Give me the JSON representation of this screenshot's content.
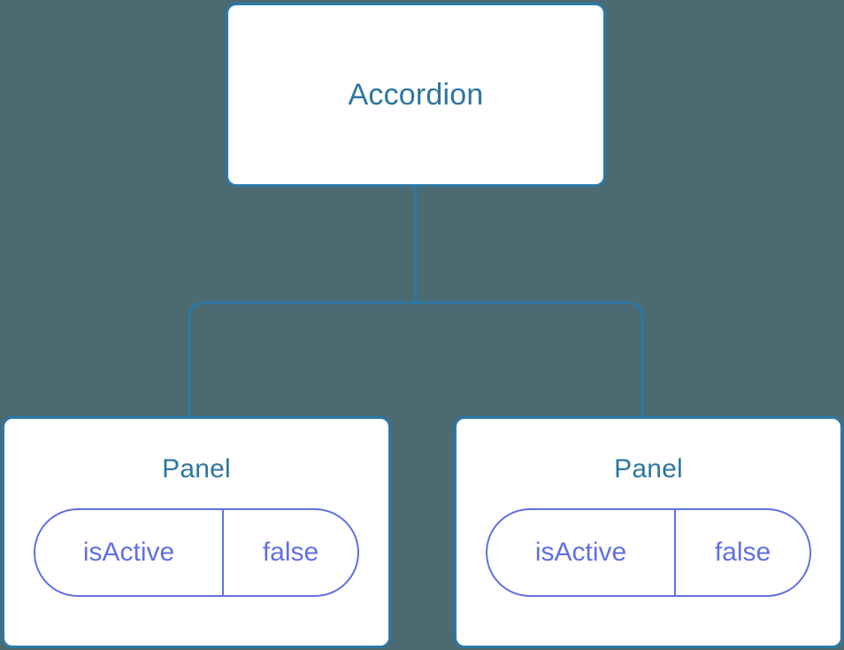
{
  "diagram": {
    "type": "component-tree",
    "background_color": "#4c6a72",
    "node_fill_color": "#ffffff",
    "node_border_color": "#2b79a8",
    "node_title_color": "#2e76a0",
    "state_color": "#6170de",
    "connector_color": "#2b79a8",
    "root": {
      "title": "Accordion"
    },
    "children": [
      {
        "title": "Panel",
        "state": {
          "key": "isActive",
          "value": "false"
        }
      },
      {
        "title": "Panel",
        "state": {
          "key": "isActive",
          "value": "false"
        }
      }
    ]
  }
}
